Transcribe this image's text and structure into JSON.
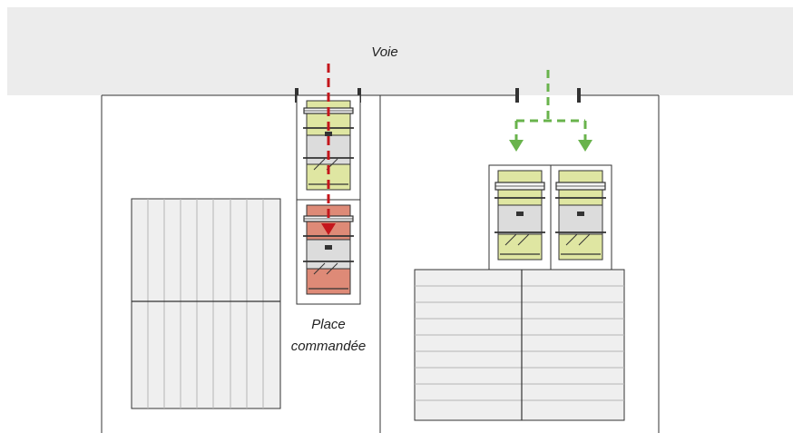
{
  "labels": {
    "road": "Voie",
    "tandem_line1": "Place",
    "tandem_line2": "commandée"
  },
  "colors": {
    "road": "#ececec",
    "car_light": "#dfe6a2",
    "car_red": "#de8a77",
    "car_grey": "#dcdcdc",
    "arrow_red": "#c4161c",
    "arrow_green": "#69b34c",
    "outline": "#333333"
  }
}
